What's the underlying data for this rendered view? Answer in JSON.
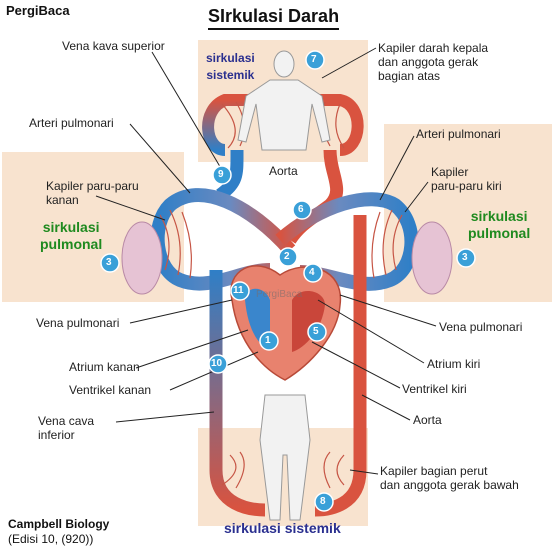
{
  "brand": "PergiBaca",
  "title": "SIrkulasi Darah",
  "labels": {
    "vena_kava_superior": "Vena kava superior",
    "arteri_pulmonari_left": "Arteri pulmonari",
    "kapiler_paru_kanan": "Kapiler paru-paru\nkanan",
    "vena_pulmonari_left": "Vena pulmonari",
    "atrium_kanan": "Atrium kanan",
    "ventrikel_kanan": "Ventrikel kanan",
    "vena_cava_inferior": "Vena cava\ninferior",
    "kapiler_kepala": "Kapiler darah kepala\ndan anggota gerak\nbagian atas",
    "arteri_pulmonari_right": "Arteri pulmonari",
    "kapiler_paru_kiri": "Kapiler\nparu-paru kiri",
    "aorta_top": "Aorta",
    "vena_pulmonari_right": "Vena pulmonari",
    "atrium_kiri": "Atrium kiri",
    "ventrikel_kiri": "Ventrikel kiri",
    "aorta_bottom": "Aorta",
    "kapiler_perut": "Kapiler bagian perut\ndan anggota gerak bawah"
  },
  "regions": {
    "sistemik_top": "sirkulasi\nsistemik",
    "pulmonal_left": "sirkulasi\npulmonal",
    "pulmonal_right": "sirkulasi\npulmonal",
    "sistemik_bottom": "sirkulasi sistemik"
  },
  "step_numbers": [
    "1",
    "2",
    "3",
    "3",
    "4",
    "5",
    "6",
    "7",
    "8",
    "9",
    "10",
    "11"
  ],
  "watermark": "PergiBaca",
  "source": {
    "title": "Campbell Biology",
    "edition": "(Edisi 10, (920))"
  },
  "colors": {
    "oxygenated": "#d9533f",
    "deoxygenated": "#2f7fc7",
    "region_bg": "#f8e3cf",
    "step_circle": "#3aa0d8",
    "pulmonal_text": "#1f8a1f",
    "sistemik_text": "#2a2f8f"
  }
}
